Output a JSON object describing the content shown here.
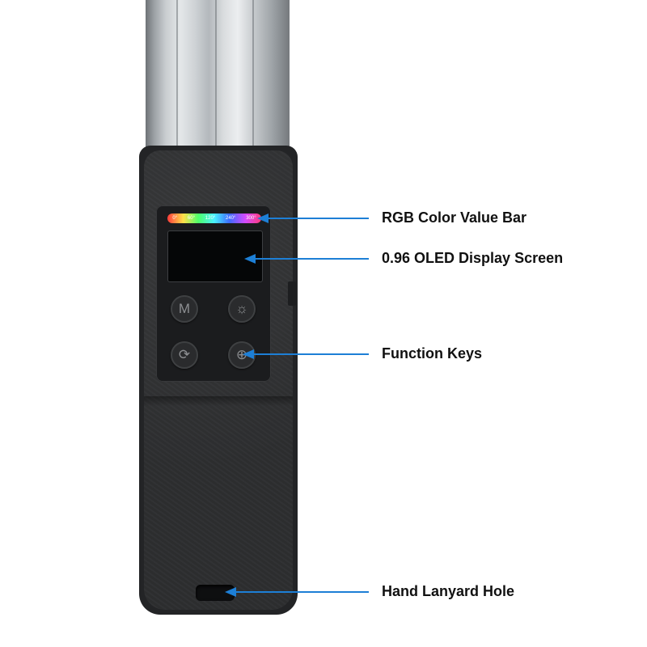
{
  "callouts": {
    "rgb_bar": "RGB Color Value Bar",
    "oled": "0.96 OLED Display Screen",
    "keys": "Function Keys",
    "lanyard": "Hand Lanyard Hole"
  },
  "rgb_bar_ticks": [
    "0°",
    "60°",
    "120°",
    "240°",
    "300°"
  ],
  "keys": {
    "mode_key": "M",
    "brightness_key": "☼",
    "power_key": "⟳",
    "dial_key": "⊕"
  },
  "colors": {
    "arrow": "#1d7fd6",
    "handle": "#2d2e30",
    "tube": "#cfd3d6"
  },
  "icons": [
    "mode-icon",
    "brightness-icon",
    "power-icon",
    "dial-icon"
  ]
}
